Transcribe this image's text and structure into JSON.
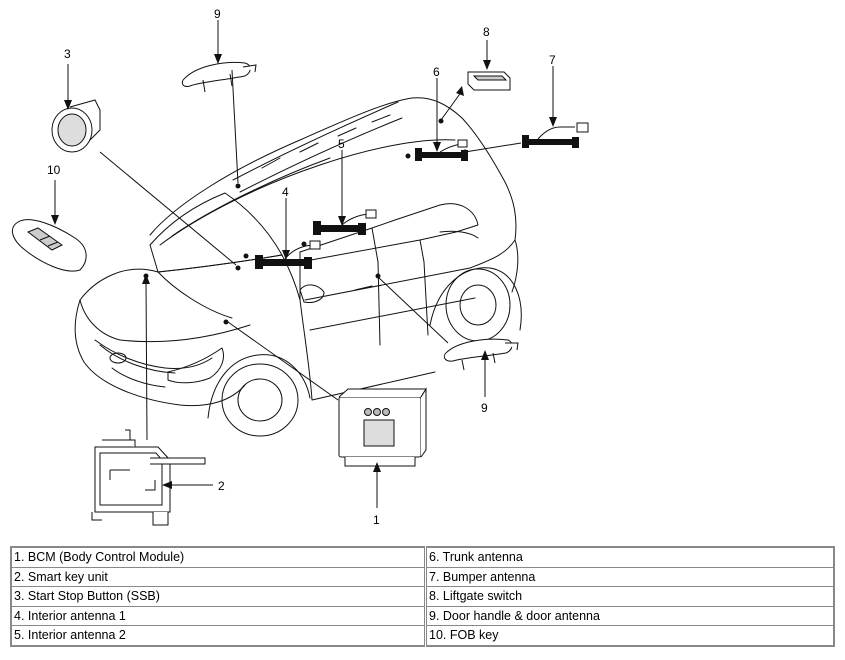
{
  "callouts": {
    "c1": "1",
    "c2": "2",
    "c3": "3",
    "c4": "4",
    "c5": "5",
    "c6": "6",
    "c7": "7",
    "c8": "8",
    "c9a": "9",
    "c9b": "9",
    "c10": "10"
  },
  "legend": {
    "left": [
      "1. BCM (Body Control Module)",
      "2. Smart key unit",
      "3. Start Stop Button (SSB)",
      "4. Interior antenna 1",
      "5. Interior antenna 2"
    ],
    "right": [
      "6. Trunk antenna",
      "7. Bumper antenna",
      "8. Liftgate switch",
      "9. Door handle & door antenna",
      "10. FOB key"
    ]
  }
}
